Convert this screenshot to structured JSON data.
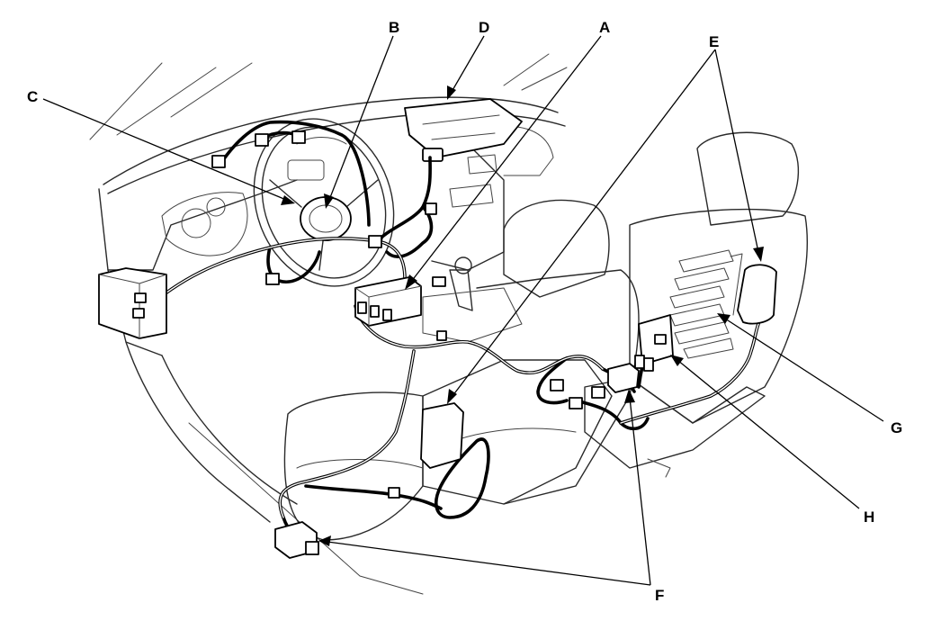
{
  "diagram": {
    "callouts": {
      "a": "A",
      "b": "B",
      "c": "C",
      "d": "D",
      "e": "E",
      "f": "F",
      "g": "G",
      "h": "H"
    }
  }
}
